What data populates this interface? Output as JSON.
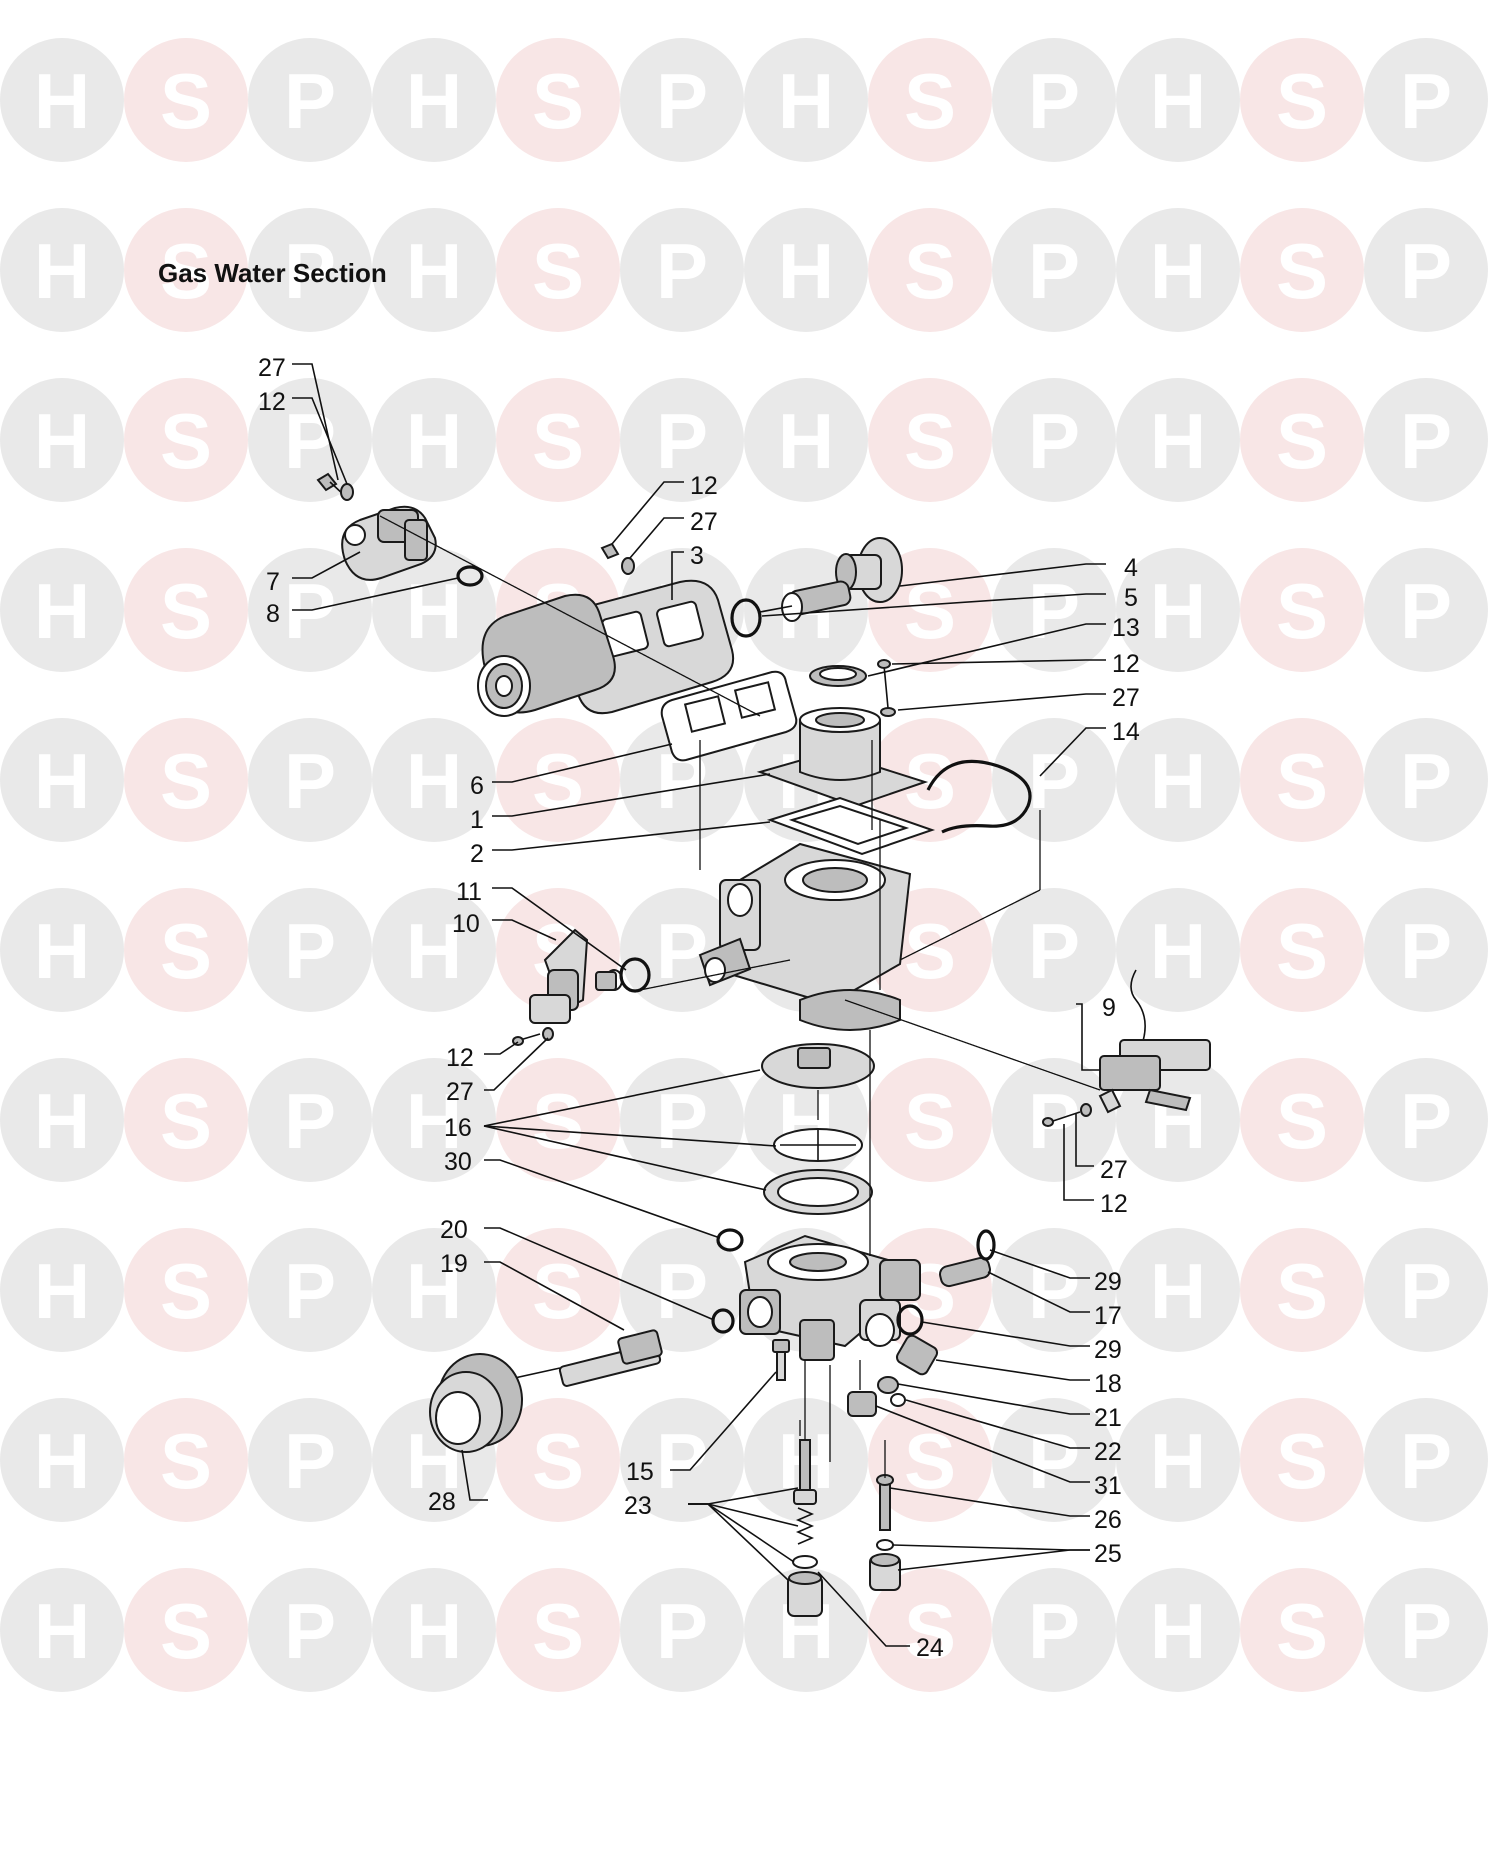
{
  "title": "Gas Water Section",
  "watermark": {
    "letters": [
      "H",
      "S",
      "P"
    ],
    "colors": {
      "H": "#e9e9e9",
      "S": "#f8e6e6",
      "P": "#e9e9e9",
      "letter": "#ffffff"
    }
  },
  "callouts": [
    {
      "id": "27a",
      "label": "27"
    },
    {
      "id": "12a",
      "label": "12"
    },
    {
      "id": "7",
      "label": "7"
    },
    {
      "id": "8",
      "label": "8"
    },
    {
      "id": "12b",
      "label": "12"
    },
    {
      "id": "27b",
      "label": "27"
    },
    {
      "id": "3",
      "label": "3"
    },
    {
      "id": "4",
      "label": "4"
    },
    {
      "id": "5",
      "label": "5"
    },
    {
      "id": "13",
      "label": "13"
    },
    {
      "id": "12c",
      "label": "12"
    },
    {
      "id": "27c",
      "label": "27"
    },
    {
      "id": "14",
      "label": "14"
    },
    {
      "id": "6",
      "label": "6"
    },
    {
      "id": "1",
      "label": "1"
    },
    {
      "id": "2",
      "label": "2"
    },
    {
      "id": "11",
      "label": "11"
    },
    {
      "id": "10",
      "label": "10"
    },
    {
      "id": "9",
      "label": "9"
    },
    {
      "id": "12d",
      "label": "12"
    },
    {
      "id": "27d",
      "label": "27"
    },
    {
      "id": "16",
      "label": "16"
    },
    {
      "id": "27e",
      "label": "27"
    },
    {
      "id": "12e",
      "label": "12"
    },
    {
      "id": "30",
      "label": "30"
    },
    {
      "id": "20",
      "label": "20"
    },
    {
      "id": "19",
      "label": "19"
    },
    {
      "id": "29a",
      "label": "29"
    },
    {
      "id": "17",
      "label": "17"
    },
    {
      "id": "29b",
      "label": "29"
    },
    {
      "id": "18",
      "label": "18"
    },
    {
      "id": "21",
      "label": "21"
    },
    {
      "id": "22",
      "label": "22"
    },
    {
      "id": "15",
      "label": "15"
    },
    {
      "id": "31",
      "label": "31"
    },
    {
      "id": "23",
      "label": "23"
    },
    {
      "id": "26",
      "label": "26"
    },
    {
      "id": "28",
      "label": "28"
    },
    {
      "id": "25",
      "label": "25"
    },
    {
      "id": "24",
      "label": "24"
    }
  ]
}
